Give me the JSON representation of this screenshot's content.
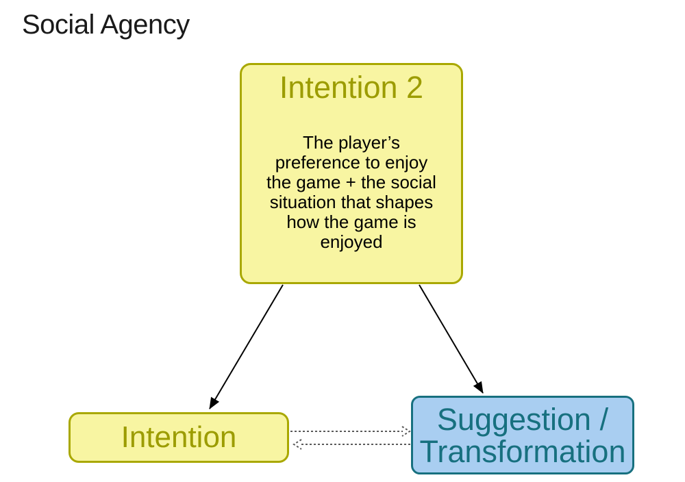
{
  "page": {
    "title": "Social Agency"
  },
  "nodes": {
    "intention2": {
      "title": "Intention 2",
      "body_lines": [
        "The player’s",
        "preference to enjoy",
        "the game + the social",
        "situation that shapes",
        "how the game is",
        "enjoyed"
      ]
    },
    "intention": {
      "label": "Intention"
    },
    "suggestion": {
      "label_line1": "Suggestion /",
      "label_line2": "Transformation"
    }
  },
  "edges": [
    {
      "from": "intention2",
      "to": "intention",
      "style": "solid-arrow"
    },
    {
      "from": "intention2",
      "to": "suggestion",
      "style": "solid-arrow"
    },
    {
      "from": "intention",
      "to": "suggestion",
      "style": "dashed-open-arrow"
    },
    {
      "from": "suggestion",
      "to": "intention",
      "style": "dashed-open-arrow"
    }
  ],
  "colors": {
    "yellow_fill": "#F8F5A2",
    "yellow_border": "#A9A800",
    "olive_text": "#9C9C00",
    "blue_fill": "#A9CEF1",
    "teal_border_text": "#17707F",
    "solid_arrow": "#000000",
    "dashed_arrow": "#595959",
    "title_text": "#1A1A1A",
    "background": "#FFFFFF"
  }
}
